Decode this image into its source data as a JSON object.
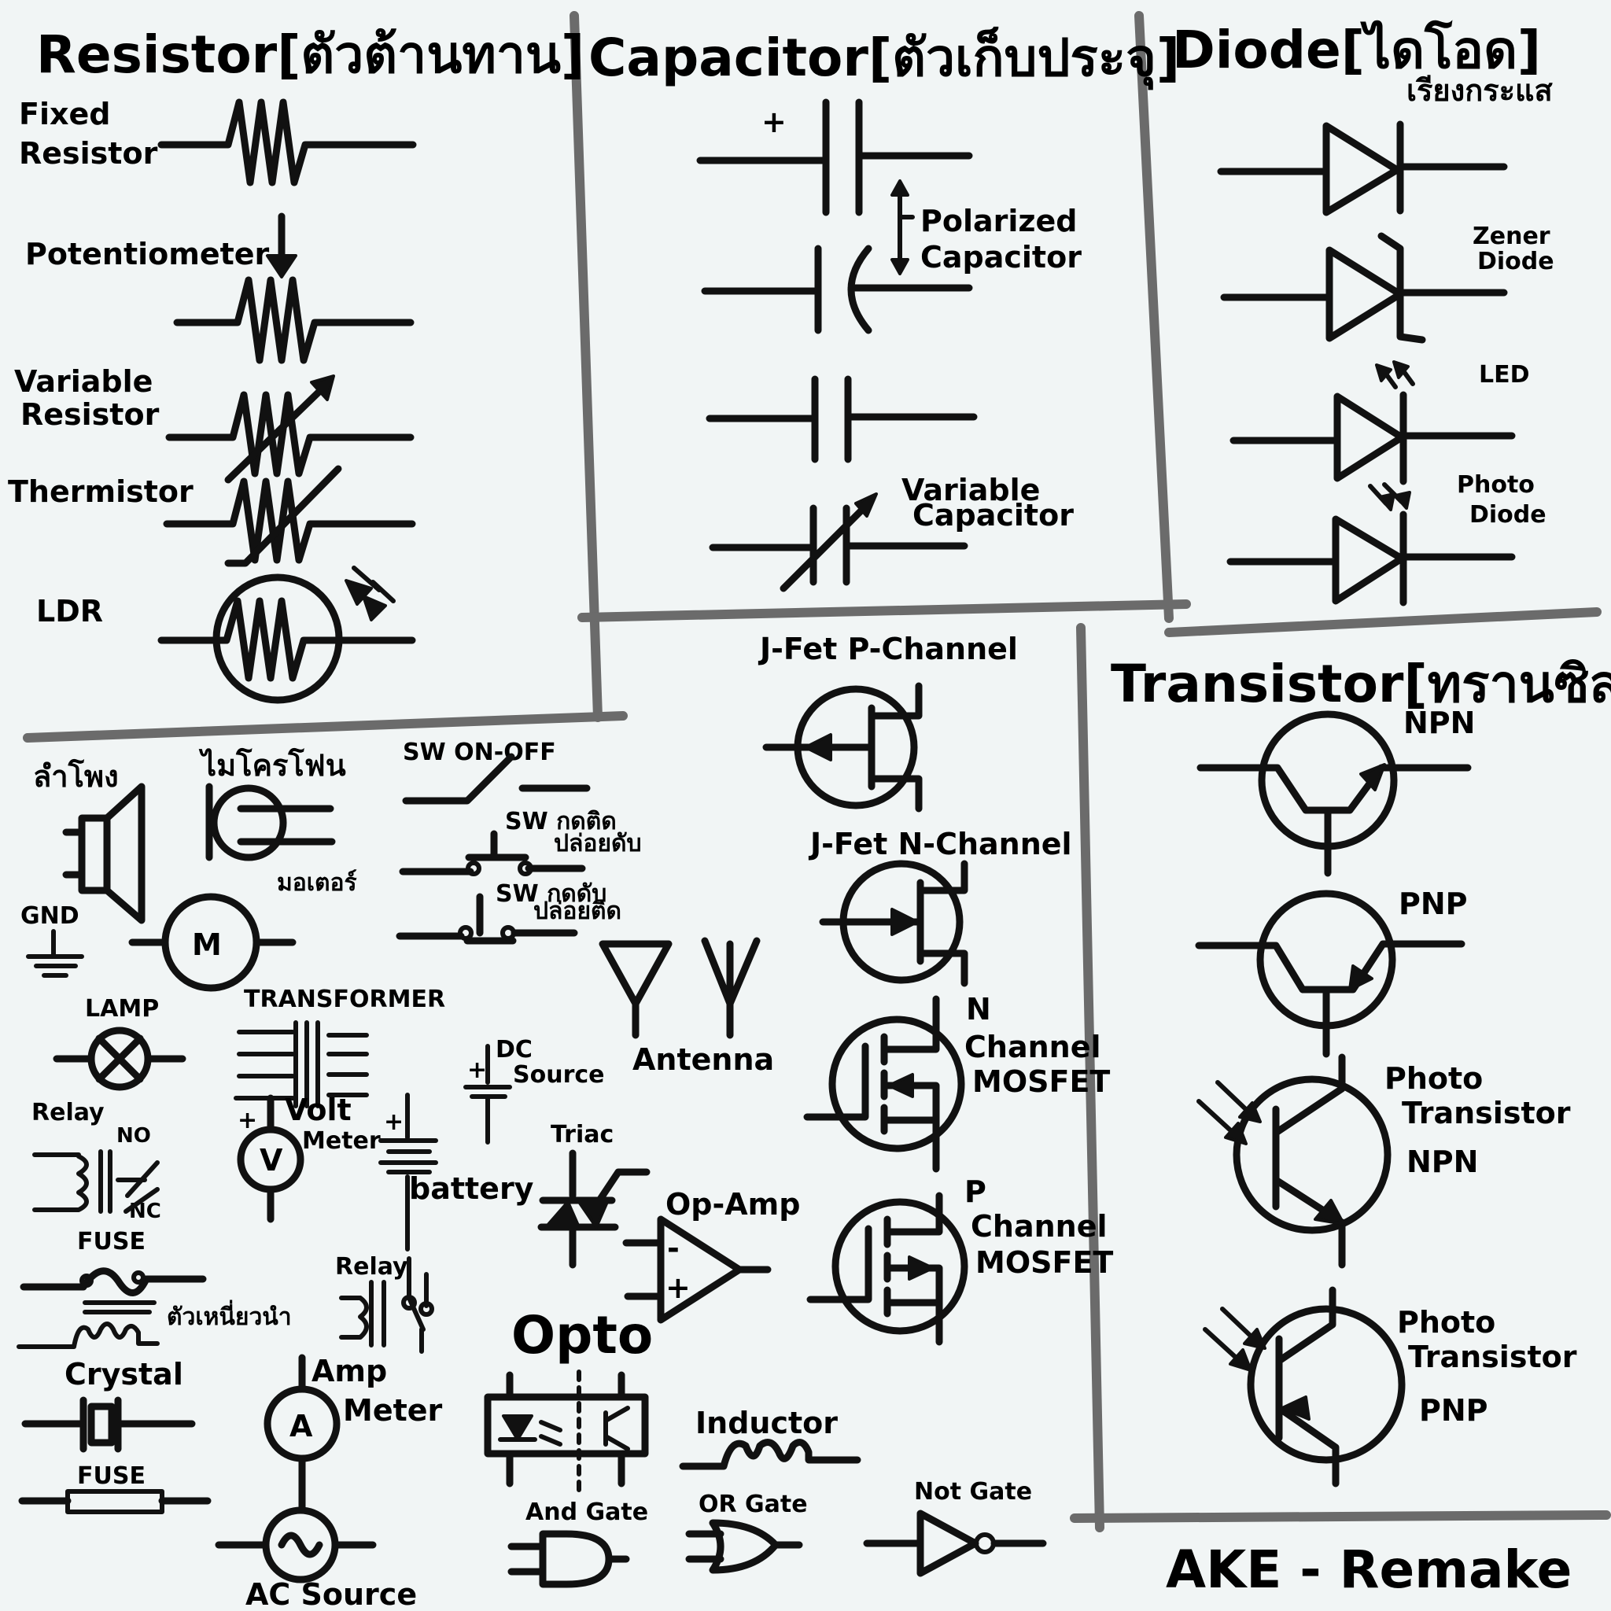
{
  "colors": {
    "background": "#f1f5f5",
    "ink": "#111111",
    "divider": "#6b6b6b"
  },
  "sections": {
    "resistor": {
      "title": "Resistor[ตัวต้านทาน]",
      "fixed": [
        "Fixed",
        "Resistor"
      ],
      "potentiometer": "Potentiometer",
      "variable": [
        "Variable",
        "Resistor"
      ],
      "thermistor": "Thermistor",
      "ldr": "LDR"
    },
    "capacitor": {
      "title": "Capacitor[ตัวเก็บประจุ]",
      "plus": "+",
      "polarized": [
        "Polarized",
        "Capacitor"
      ],
      "variable": [
        "Variable",
        "Capacitor"
      ]
    },
    "diode": {
      "title": "Diode[ไดโอด]",
      "subtitle": "เรียงกระแส",
      "zener": [
        "Zener",
        "Diode"
      ],
      "led": "LED",
      "photo": [
        "Photo",
        "Diode"
      ]
    },
    "jfet": {
      "p_channel": "J-Fet P-Channel",
      "n_channel": "J-Fet N-Channel"
    },
    "mosfet": {
      "n_channel": [
        "N",
        "Channel",
        "MOSFET"
      ],
      "p_channel": [
        "P",
        "Channel",
        "MOSFET"
      ]
    },
    "transistor": {
      "title": "Transistor[ทรานซิสเตอร์]",
      "npn": "NPN",
      "pnp": "PNP",
      "photo_npn": [
        "Photo",
        "Transistor",
        "NPN"
      ],
      "photo_pnp": [
        "Photo",
        "Transistor",
        "PNP"
      ]
    },
    "misc": {
      "speaker": "ลำโพง",
      "microphone": "ไมโครโฟน",
      "sw_onoff": "SW ON-OFF",
      "sw_push_on": [
        "SW กดติด",
        "ปล่อยดับ"
      ],
      "sw_push_off": [
        "SW กดดับ",
        "ปล่อยติด"
      ],
      "motor": "มอเตอร์",
      "motor_letter": "M",
      "gnd": "GND",
      "lamp": "LAMP",
      "transformer": "TRANSFORMER",
      "dc_source": [
        "DC",
        "Source"
      ],
      "antenna": "Antenna",
      "relay": "Relay",
      "no": "NO",
      "nc": "NC",
      "voltmeter": [
        "Volt",
        "Meter"
      ],
      "voltmeter_letter": "V",
      "battery": "battery",
      "plus": "+",
      "triac": "Triac",
      "opamp": "Op-Amp",
      "opamp_minus": "-",
      "opamp_plus": "+",
      "fuse": "FUSE",
      "inductor_thai": "ตัวเหนี่ยวนำ",
      "relay2": "Relay",
      "opto": "Opto",
      "crystal": "Crystal",
      "ammeter": [
        "Amp",
        "Meter"
      ],
      "ammeter_letter": "A",
      "fuse2": "FUSE",
      "inductor": "Inductor",
      "and_gate": "And Gate",
      "or_gate": "OR Gate",
      "not_gate": "Not Gate",
      "ac_source": "AC Source"
    }
  },
  "credit": "AKE - Remake"
}
